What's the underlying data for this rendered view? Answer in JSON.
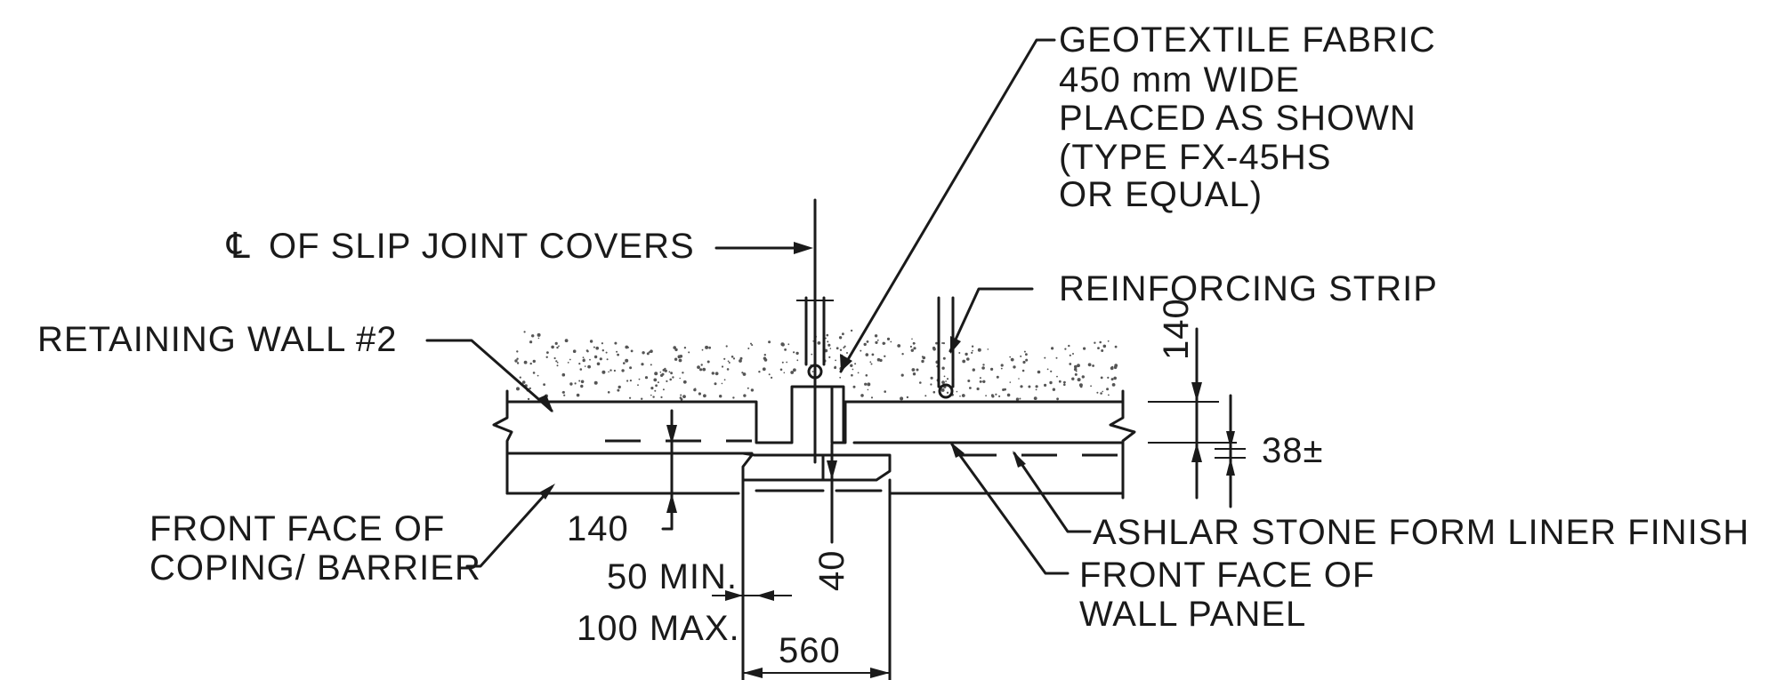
{
  "labels": {
    "geotextile": {
      "line1": "GEOTEXTILE FABRIC",
      "line2": "450 mm WIDE",
      "line3": "PLACED AS SHOWN",
      "line4": "(TYPE FX-45HS",
      "line5": "OR EQUAL)"
    },
    "centerline_symbol": "℄",
    "slip_joint_covers": "OF SLIP JOINT COVERS",
    "reinforcing_strip": "REINFORCING STRIP",
    "retaining_wall": "RETAINING WALL #2",
    "front_face_coping_line1": "FRONT FACE OF",
    "front_face_coping_line2": "COPING/ BARRIER",
    "ashlar_finish": "ASHLAR STONE FORM LINER FINISH",
    "front_face_panel_line1": "FRONT FACE OF",
    "front_face_panel_line2": "WALL PANEL"
  },
  "dimensions": {
    "top_thickness": "140",
    "form_liner": "38±",
    "coping_depth": "140",
    "joint_gap": "40",
    "offset_min": "50 MIN.",
    "offset_max": "100 MAX.",
    "pad_width": "560"
  },
  "colors": {
    "ink": "#1a1a1a",
    "paper": "#ffffff"
  }
}
